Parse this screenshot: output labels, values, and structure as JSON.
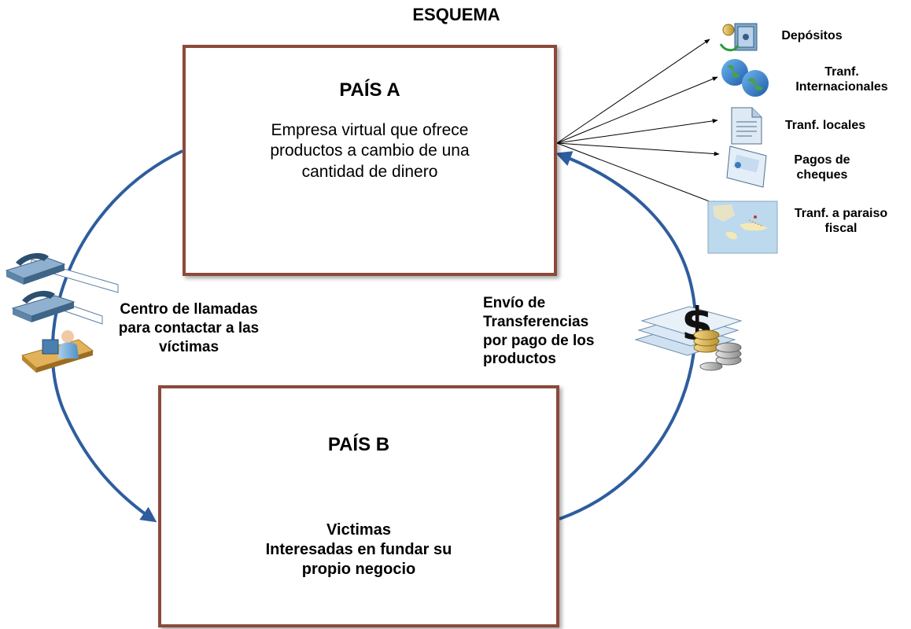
{
  "diagram_title": "ESQUEMA",
  "country_a": {
    "title": "PAÍS A",
    "description_lines": [
      "Empresa virtual que ofrece",
      "productos a cambio de una",
      "cantidad de dinero"
    ]
  },
  "country_b": {
    "title": "PAÍS B",
    "line1": "Victimas",
    "line2": "Interesadas en fundar su",
    "line3": "propio negocio"
  },
  "call_center": {
    "lines": [
      "Centro de llamadas",
      "para contactar a las",
      "víctimas"
    ]
  },
  "transfers": {
    "lines": [
      "Envío de",
      "Transferencias",
      "por pago de los",
      "productos"
    ]
  },
  "destinations": [
    {
      "label_lines": [
        "Depósitos"
      ],
      "icon": "safe-icon"
    },
    {
      "label_lines": [
        "Tranf.",
        "Internacionales"
      ],
      "icon": "globe-icon"
    },
    {
      "label_lines": [
        "Tranf. locales"
      ],
      "icon": "document-icon"
    },
    {
      "label_lines": [
        "Pagos de",
        "cheques"
      ],
      "icon": "check-icon"
    },
    {
      "label_lines": [
        "Tranf. a paraiso",
        "fiscal"
      ],
      "icon": "map-icon"
    }
  ],
  "colors": {
    "box_border": "#8b4a3c",
    "cycle_arrow": "#2e5d9e",
    "person": "#6aa9d8",
    "box_goods": "#d9954a"
  }
}
